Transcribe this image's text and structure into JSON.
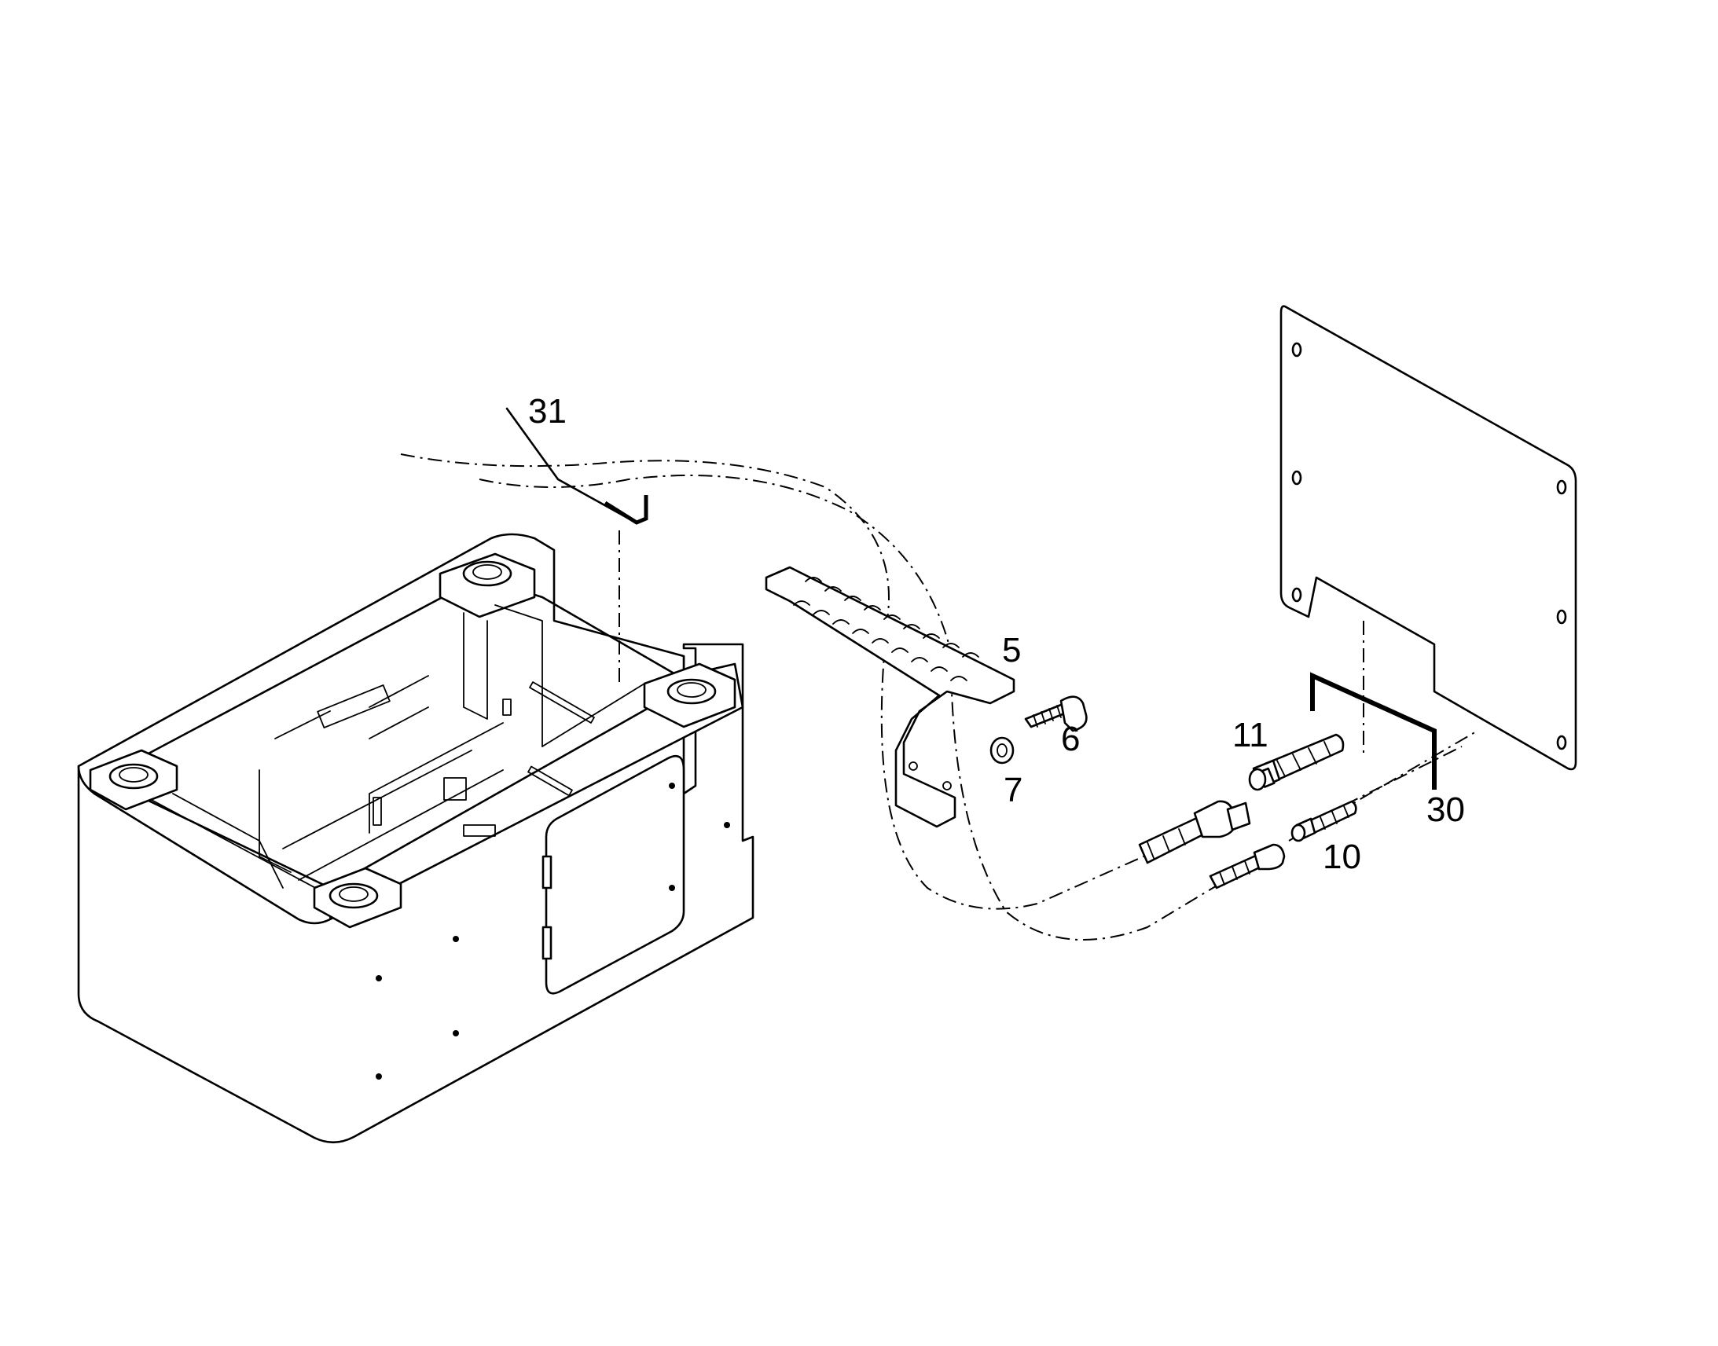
{
  "callouts": {
    "c31": "31",
    "c5": "5",
    "c6": "6",
    "c7": "7",
    "c11": "11",
    "c30": "30",
    "c10": "10"
  }
}
